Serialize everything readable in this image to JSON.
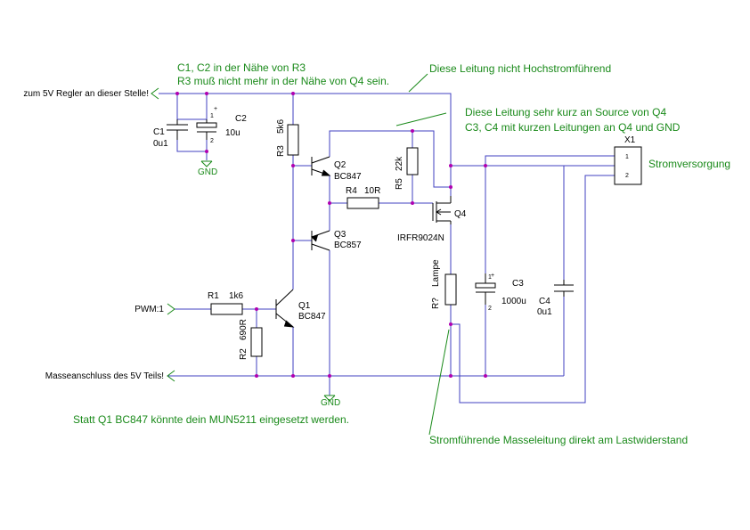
{
  "colors": {
    "wire": "#4040c0",
    "part": "#000000",
    "note": "#1a8a1a",
    "junction": "#b000b0"
  },
  "notes": {
    "c1c2": "C1, C2 in der Nähe von R3",
    "r3": "R3 muß nicht mehr in der Nähe von Q4 sein.",
    "no_high_current": "Diese Leitung nicht Hochstromführend",
    "short_source": "Diese Leitung sehr kurz an Source von Q4",
    "c3c4": "C3, C4 mit kurzen Leitungen an Q4 und GND",
    "mun5211": "Statt Q1 BC847 könnte dein MUN5211 eingesetzt werden.",
    "ground_path": "Stromführende Masseleitung direkt am Lastwiderstand"
  },
  "ports": {
    "regler": "zum 5V Regler an dieser Stelle!",
    "pwm": "PWM:1",
    "masse": "Masseanschluss des 5V Teils!"
  },
  "gnd_label": "GND",
  "components": {
    "c1": {
      "ref": "C1",
      "value": "0u1"
    },
    "c2": {
      "ref": "C2",
      "value": "10u",
      "pin1": "1",
      "pin2": "2",
      "plus": "+"
    },
    "r3": {
      "ref": "R3",
      "value": "5k6"
    },
    "q2": {
      "ref": "Q2",
      "type": "BC847"
    },
    "q3": {
      "ref": "Q3",
      "type": "BC857"
    },
    "r4": {
      "ref": "R4",
      "value": "10R"
    },
    "r5": {
      "ref": "R5",
      "value": "22k"
    },
    "q4": {
      "ref": "Q4",
      "type": "IRFR9024N"
    },
    "lamp": {
      "ref": "R?",
      "value": "Lampe"
    },
    "c3": {
      "ref": "C3",
      "value": "1000u",
      "pin1": "1",
      "pin2": "2",
      "plus": "+"
    },
    "c4": {
      "ref": "C4",
      "value": "0u1"
    },
    "x1": {
      "ref": "X1",
      "name": "Stromversorgung",
      "pin1": "1",
      "pin2": "2"
    },
    "r1": {
      "ref": "R1",
      "value": "1k6"
    },
    "r2": {
      "ref": "R2",
      "value": "690R"
    },
    "q1": {
      "ref": "Q1",
      "type": "BC847"
    }
  }
}
